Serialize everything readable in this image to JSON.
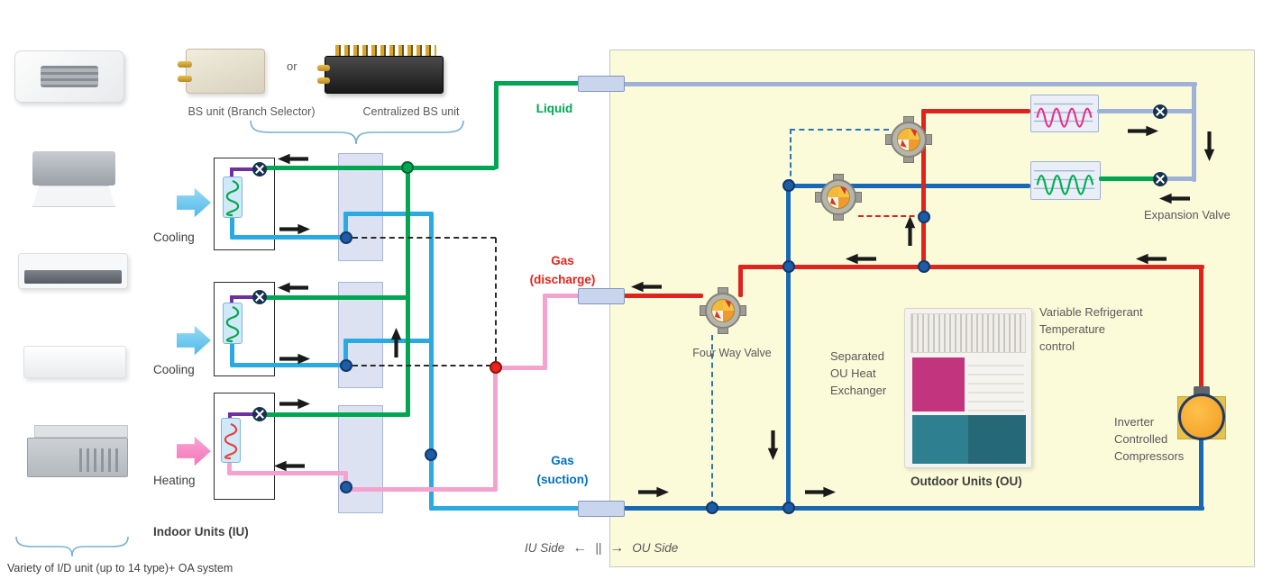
{
  "colors": {
    "liquid_green": "#00A651",
    "discharge_red": "#E0231C",
    "suction_blue": "#1769B5",
    "iu_suction_lightblue": "#29ABE2",
    "heating_pink": "#F5A3CE",
    "ou_liquid_grayblue": "#9FB1D9",
    "valve_purple": "#7030A0",
    "ou_background": "#FBFAD9",
    "compressor_orange": "#F7AA26"
  },
  "top": {
    "bs_unit_label": "BS unit (Branch Selector)",
    "or_label": "or",
    "centralized_bs_label": "Centralized BS unit"
  },
  "left": {
    "rows": [
      {
        "mode": "Cooling"
      },
      {
        "mode": "Cooling"
      },
      {
        "mode": "Heating"
      }
    ],
    "indoor_units_label": "Indoor Units (IU)",
    "variety_label": "Variety of I/D unit (up to 14 type)+ OA system"
  },
  "pipes": {
    "liquid": "Liquid",
    "gas": "Gas",
    "discharge": "(discharge)",
    "suction": "(suction)"
  },
  "ou": {
    "four_way_valve": "Four Way Valve",
    "separated": [
      "Separated",
      "OU Heat",
      "Exchanger"
    ],
    "vrt": [
      "Variable Refrigerant",
      "Temperature",
      "control"
    ],
    "outdoor_units_label": "Outdoor Units (OU)",
    "expansion_valve": "Expansion Valve",
    "inverter": [
      "Inverter",
      "Controlled",
      "Compressors"
    ]
  },
  "footer": {
    "iu_side": "IU Side",
    "left_arrow": "←",
    "separator": "||",
    "right_arrow": "→",
    "ou_side": "OU Side"
  }
}
